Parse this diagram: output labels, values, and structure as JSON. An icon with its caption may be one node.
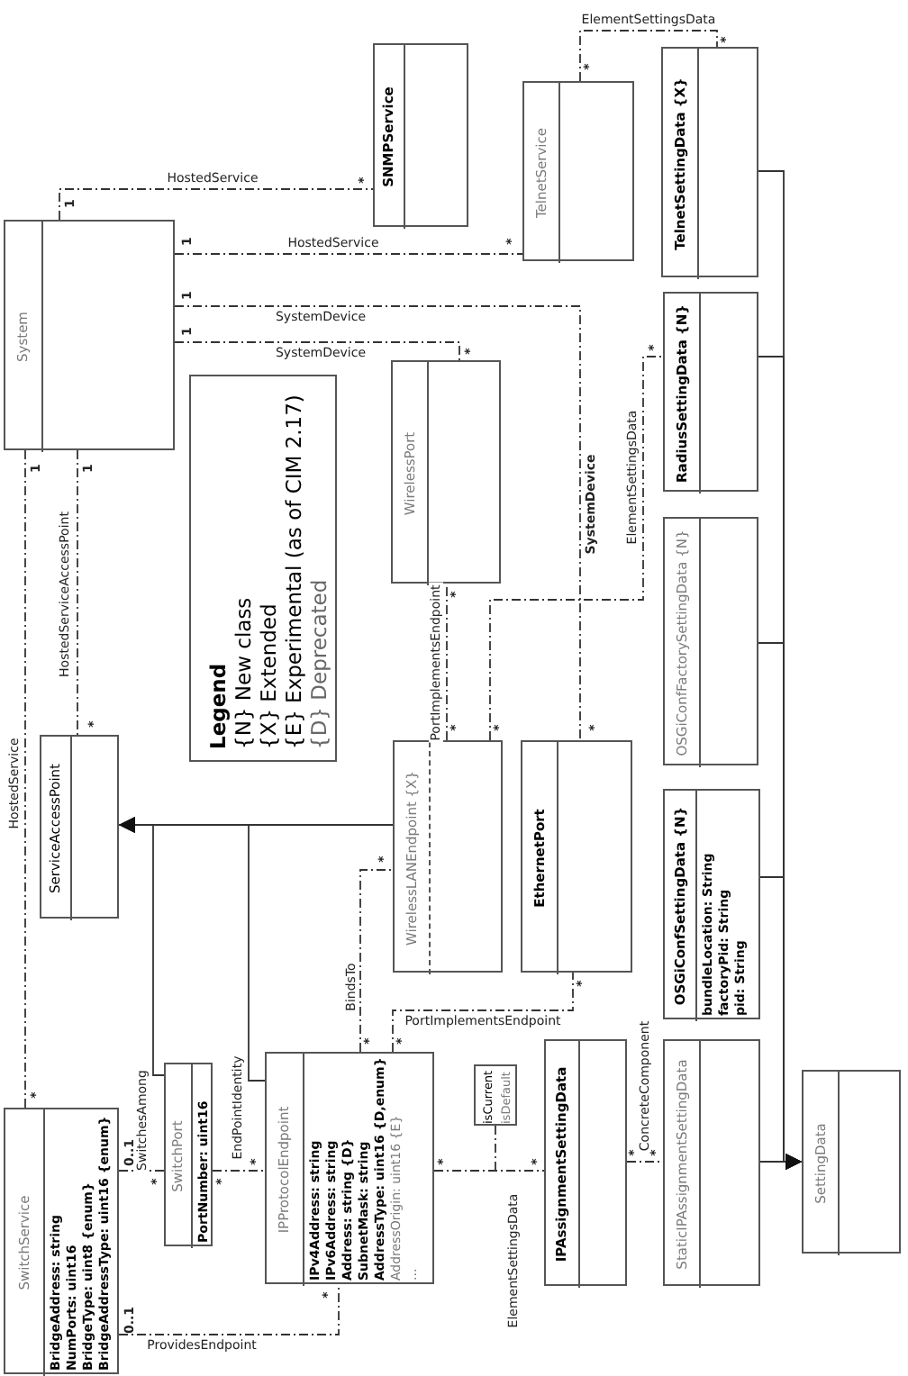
{
  "diagram": {
    "nodes": [
      {
        "text": [
          "System"
        ]
      },
      {
        "text": [
          "SNMPService"
        ]
      },
      {
        "text": [
          "TelnetService"
        ]
      },
      {
        "text": [
          "TelnetSettingData {X}"
        ]
      },
      {
        "text": [
          "RadiusSettingData {N}"
        ]
      },
      {
        "text": [
          "OSGiConfFactorySettingData {N}"
        ]
      },
      {
        "text": [
          "OSGiConfSettingData {N}",
          "bundleLocation: String",
          "factoryPid: String",
          "pid: String"
        ]
      },
      {
        "text": [
          "SettingData"
        ]
      },
      {
        "text": [
          "StaticIPAssignmentSettingData"
        ]
      },
      {
        "text": [
          "IPAssignmentSettingData"
        ]
      },
      {
        "text": [
          "isCurrent",
          "isDefault"
        ]
      },
      {
        "text": [
          "EthernetPort"
        ]
      },
      {
        "text": [
          "WirelessLANEndpoint {X}"
        ]
      },
      {
        "text": [
          "WirelessPort"
        ]
      },
      {
        "text": [
          "Legend",
          "{N} New class",
          "{X} Extended",
          "{E} Experimental (as of CIM 2.17)",
          "{D} Deprecated"
        ]
      },
      {
        "text": [
          "ServiceAccessPoint"
        ]
      },
      {
        "text": [
          "SwitchService",
          "BridgeAddress: string",
          "NumPorts: uint16",
          "BridgeType: uint8 {enum}",
          "BridgeAddressType: uint16 {enum}"
        ]
      },
      {
        "text": [
          "SwitchPort",
          "PortNumber: uint16"
        ]
      },
      {
        "text": [
          "IPProtocolEndpoint",
          "IPv4Address: string",
          "IPv6Address: string",
          "Address: string {D}",
          "SubnetMask: string",
          "AddressType: uint16 {D,enum}",
          "AddressOrigin: uint16 {E}",
          "..."
        ]
      }
    ],
    "edges": [
      {
        "from": 0,
        "to": 1,
        "arrow": "other",
        "label": "HostedService",
        "style": "dashed"
      },
      {
        "from": 0,
        "to": 2,
        "arrow": "other",
        "label": "HostedService",
        "style": "dashed"
      },
      {
        "from": 0,
        "to": 11,
        "arrow": "other",
        "label": "SystemDevice",
        "style": "dashed"
      },
      {
        "from": 0,
        "to": 13,
        "arrow": "other",
        "label": "SystemDevice",
        "style": "dashed"
      },
      {
        "from": 0,
        "to": 15,
        "arrow": "other",
        "label": "HostedServiceAccessPoint",
        "style": "dashed"
      },
      {
        "from": 0,
        "to": 16,
        "arrow": "other",
        "label": "HostedService",
        "style": "dashed"
      },
      {
        "from": 17,
        "to": 15,
        "arrow": "to"
      },
      {
        "from": 18,
        "to": 15,
        "arrow": "to"
      },
      {
        "from": 12,
        "to": 15,
        "arrow": "to"
      },
      {
        "from": 16,
        "to": 17,
        "arrow": "none",
        "label": "SwitchesAmong",
        "style": "dashed"
      },
      {
        "from": 17,
        "to": 18,
        "arrow": "none",
        "label": "EndPointIdentity",
        "style": "dashed"
      },
      {
        "from": 16,
        "to": 18,
        "arrow": "none",
        "label": "ProvidesEndpoint",
        "style": "dashed"
      },
      {
        "from": 18,
        "to": 12,
        "arrow": "none",
        "label": "BindsTo",
        "style": "dashed"
      },
      {
        "from": 18,
        "to": 11,
        "arrow": "none",
        "label": "PortImplementsEndpoint",
        "style": "dashed"
      },
      {
        "from": 12,
        "to": 13,
        "arrow": "none",
        "label": "PortImplementsEndpoint",
        "style": "dashed"
      },
      {
        "from": 12,
        "to": 4,
        "arrow": "none",
        "label": "ElementSettingsData",
        "style": "dashed"
      },
      {
        "from": 2,
        "to": 3,
        "arrow": "none",
        "label": "ElementSettingsData",
        "style": "dashed"
      },
      {
        "from": 3,
        "to": 7,
        "arrow": "to"
      },
      {
        "from": 4,
        "to": 7,
        "arrow": "to"
      },
      {
        "from": 5,
        "to": 7,
        "arrow": "to"
      },
      {
        "from": 6,
        "to": 7,
        "arrow": "to"
      },
      {
        "from": 8,
        "to": 7,
        "arrow": "to"
      },
      {
        "from": 9,
        "to": 8,
        "arrow": "none",
        "label": "ConcreteComponent",
        "style": "dashed"
      },
      {
        "from": 18,
        "to": 9,
        "arrow": "none",
        "label": "ElementSettingsData",
        "style": "dashed"
      },
      {
        "from": 10,
        "to": null,
        "arrow": "none",
        "style": "dashed"
      }
    ],
    "labels": [
      "1",
      "*",
      "1",
      "*",
      "1",
      "1",
      "*",
      "1",
      "1",
      "*",
      "*",
      "SystemDevice",
      "*",
      "*",
      "*",
      "*",
      "*",
      "*",
      "*",
      "*",
      "0..1",
      "*",
      "*",
      "*",
      "*",
      "*",
      "*",
      "*",
      "*",
      "*",
      "*",
      "0..1",
      "*"
    ]
  }
}
